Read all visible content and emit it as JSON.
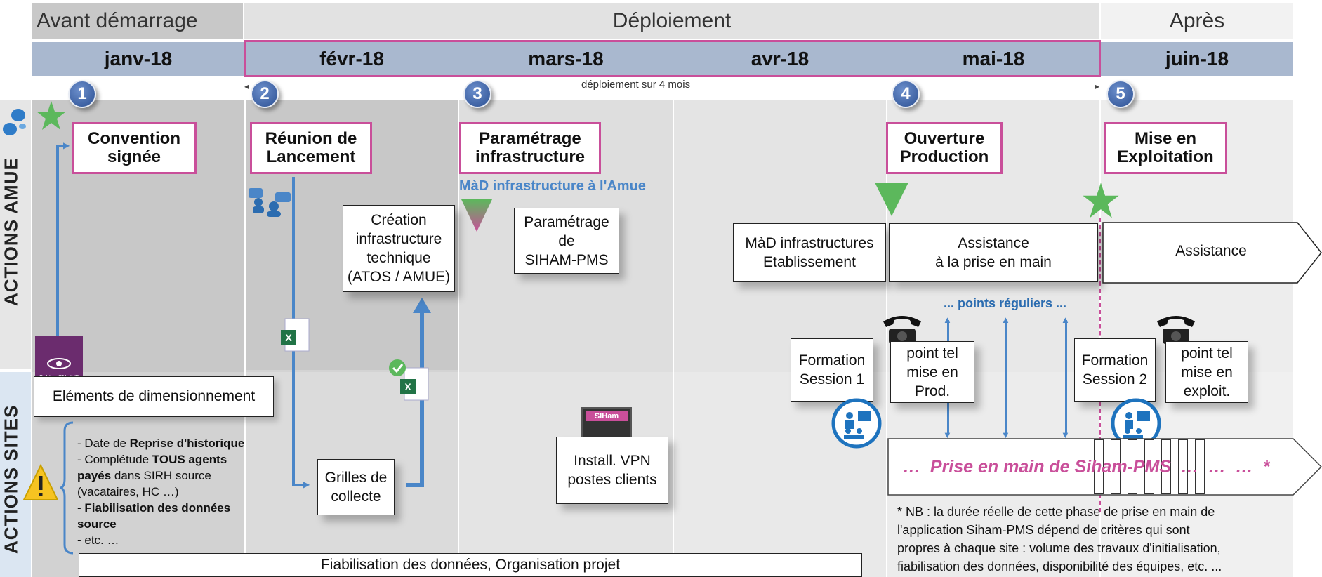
{
  "phases": {
    "before": "Avant démarrage",
    "deploy": "Déploiement",
    "after": "Après"
  },
  "months": [
    "janv-18",
    "févr-18",
    "mars-18",
    "avr-18",
    "mai-18",
    "juin-18"
  ],
  "deploy_span_label": "déploiement sur 4 mois",
  "side_labels": {
    "amue": "ACTIONS AMUE",
    "sites": "ACTIONS SITES"
  },
  "milestones": [
    {
      "num": "1",
      "line1": "Convention",
      "line2": "signée"
    },
    {
      "num": "2",
      "line1": "Réunion de",
      "line2": "Lancement"
    },
    {
      "num": "3",
      "line1": "Paramétrage",
      "line2": "infrastructure"
    },
    {
      "num": "4",
      "line1": "Ouverture",
      "line2": "Production"
    },
    {
      "num": "5",
      "line1": "Mise en",
      "line2": "Exploitation"
    }
  ],
  "mad_amue": "MàD infrastructure à l'Amue",
  "creation": [
    "Création",
    "infrastructure",
    "technique",
    "(ATOS / AMUE)"
  ],
  "parametrage": [
    "Paramétrage",
    "de",
    "SIHAM-PMS"
  ],
  "mad_etab": [
    "MàD infrastructures",
    "Etablissement"
  ],
  "assistance_pm": [
    "Assistance",
    "à la prise en main"
  ],
  "assistance": "Assistance",
  "points_reguliers": "... points réguliers ...",
  "formation1": [
    "Formation",
    "Session 1"
  ],
  "formation2": [
    "Formation",
    "Session 2"
  ],
  "tel_prod": [
    "point tel",
    "mise en",
    "Prod."
  ],
  "tel_exploit": [
    "point tel",
    "mise en",
    "exploit."
  ],
  "sphinx_label": "Sphinx ONLINE",
  "siham_logo": "SIHam",
  "elements": "Eléments de dimensionnement",
  "list": {
    "l1a": "- Date de ",
    "l1b": "Reprise d'historique",
    "l2a": "- Complétude ",
    "l2b": "TOUS agents",
    "l3a": "payés",
    "l3b": " dans SIRH source",
    "l4": "(vacataires, HC …)",
    "l5a": "- ",
    "l5b": "Fiabilisation des données",
    "l6": "source",
    "l7": "- etc. …"
  },
  "grilles": [
    "Grilles de",
    "collecte"
  ],
  "vpn": [
    "Install. VPN",
    "postes clients"
  ],
  "fiabilisation": "Fiabilisation des données, Organisation projet",
  "prise": "…  Prise en main de Siham-PMS  …  …  …  *",
  "note": {
    "star": "* ",
    "nb": "NB",
    "text1": " : la durée réelle de cette phase de prise en main de",
    "text2": "l'application Siham-PMS dépend de critères qui sont",
    "text3": "propres à chaque site : volume des travaux d'initialisation,",
    "text4": "fiabilisation des données, disponibilité des équipes, etc. ..."
  },
  "colors": {
    "pink": "#c94f9a",
    "blue": "#4a86c8",
    "month_bar": "#a9b8cf",
    "phase_bar": "#dcdcdc",
    "green": "#5cb85c"
  }
}
